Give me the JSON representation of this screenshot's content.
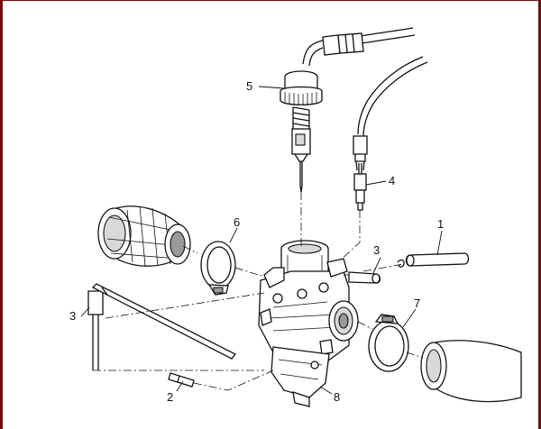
{
  "diagram": {
    "callouts": [
      {
        "id": "c1",
        "label": "1"
      },
      {
        "id": "c2",
        "label": "2"
      },
      {
        "id": "c3a",
        "label": "3"
      },
      {
        "id": "c3b",
        "label": "3"
      },
      {
        "id": "c4",
        "label": "4"
      },
      {
        "id": "c5",
        "label": "5"
      },
      {
        "id": "c6",
        "label": "6"
      },
      {
        "id": "c7",
        "label": "7"
      },
      {
        "id": "c8",
        "label": "8"
      }
    ]
  },
  "colors": {
    "frame": "#6d0f0f",
    "line": "#111111",
    "shade": "#d9d9d9"
  }
}
